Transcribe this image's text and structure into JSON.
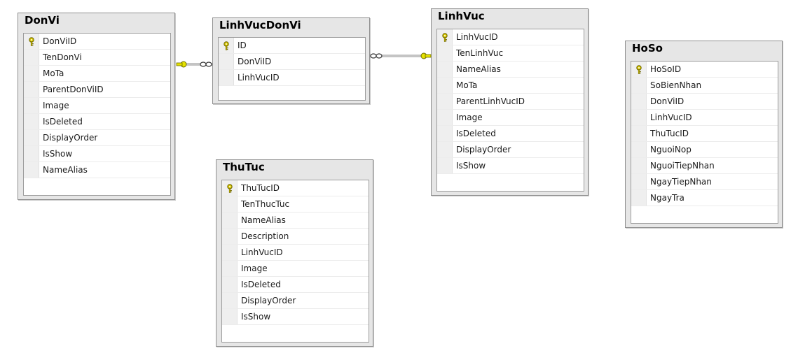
{
  "tables": {
    "donvi": {
      "name": "DonVi",
      "columns": [
        {
          "name": "DonViID",
          "key": true
        },
        {
          "name": "TenDonVi",
          "key": false
        },
        {
          "name": "MoTa",
          "key": false
        },
        {
          "name": "ParentDonViID",
          "key": false
        },
        {
          "name": "Image",
          "key": false
        },
        {
          "name": "IsDeleted",
          "key": false
        },
        {
          "name": "DisplayOrder",
          "key": false
        },
        {
          "name": "IsShow",
          "key": false
        },
        {
          "name": "NameAlias",
          "key": false
        }
      ]
    },
    "linhvucdonvi": {
      "name": "LinhVucDonVi",
      "columns": [
        {
          "name": "ID",
          "key": true
        },
        {
          "name": "DonViID",
          "key": false
        },
        {
          "name": "LinhVucID",
          "key": false
        }
      ]
    },
    "linhvuc": {
      "name": "LinhVuc",
      "columns": [
        {
          "name": "LinhVucID",
          "key": true
        },
        {
          "name": "TenLinhVuc",
          "key": false
        },
        {
          "name": "NameAlias",
          "key": false
        },
        {
          "name": "MoTa",
          "key": false
        },
        {
          "name": "ParentLinhVucID",
          "key": false
        },
        {
          "name": "Image",
          "key": false
        },
        {
          "name": "IsDeleted",
          "key": false
        },
        {
          "name": "DisplayOrder",
          "key": false
        },
        {
          "name": "IsShow",
          "key": false
        }
      ]
    },
    "hoso": {
      "name": "HoSo",
      "columns": [
        {
          "name": "HoSoID",
          "key": true
        },
        {
          "name": "SoBienNhan",
          "key": false
        },
        {
          "name": "DonViID",
          "key": false
        },
        {
          "name": "LinhVucID",
          "key": false
        },
        {
          "name": "ThuTucID",
          "key": false
        },
        {
          "name": "NguoiNop",
          "key": false
        },
        {
          "name": "NguoiTiepNhan",
          "key": false
        },
        {
          "name": "NgayTiepNhan",
          "key": false
        },
        {
          "name": "NgayTra",
          "key": false
        }
      ]
    },
    "thutuc": {
      "name": "ThuTuc",
      "columns": [
        {
          "name": "ThuTucID",
          "key": true
        },
        {
          "name": "TenThucTuc",
          "key": false
        },
        {
          "name": "NameAlias",
          "key": false
        },
        {
          "name": "Description",
          "key": false
        },
        {
          "name": "LinhVucID",
          "key": false
        },
        {
          "name": "Image",
          "key": false
        },
        {
          "name": "IsDeleted",
          "key": false
        },
        {
          "name": "DisplayOrder",
          "key": false
        },
        {
          "name": "IsShow",
          "key": false
        }
      ]
    }
  },
  "colors": {
    "key_icon": "#d8c800",
    "relationship_line": "#8a8a8a",
    "key_end": "#e6e200"
  }
}
